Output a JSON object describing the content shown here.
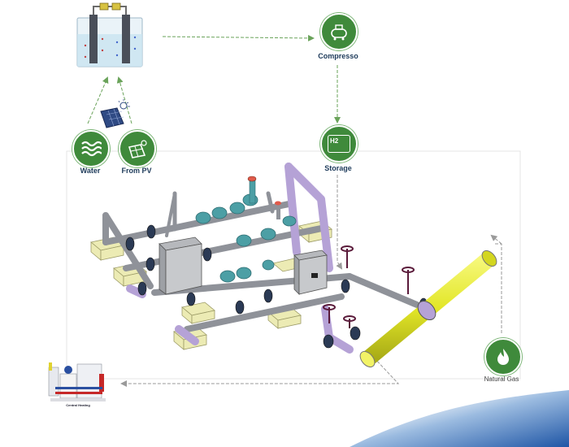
{
  "nodes": {
    "water": {
      "label": "Water",
      "icon": "water-waves-icon"
    },
    "pv": {
      "label": "From PV",
      "icon": "solar-panel-icon"
    },
    "compressor": {
      "label": "Compresso",
      "icon": "compressor-icon"
    },
    "storage": {
      "label": "Storage",
      "icon": "hydrogen-tank-icon",
      "badge": "H2"
    },
    "natural_gas": {
      "label": "Natural Gas",
      "icon": "flame-icon"
    },
    "central_heating": {
      "label": "Central Heating",
      "icon": "heating-unit-icon"
    },
    "electrolyzer": {
      "icon": "electrolyzer-icon"
    },
    "solar_small": {
      "icon": "solar-panel-small-icon"
    }
  },
  "colors": {
    "node_green": "#3f8a3b",
    "arrow_green": "#6aa35a",
    "arrow_gray": "#9a9a9a",
    "pipe_gray": "#8f9299",
    "pipe_purple": "#b5a2d6",
    "valve_teal": "#4c9fa5",
    "gas_yellow": "#e8ec3a",
    "base_block": "#ecebb4",
    "brand_blue": "#2a5ea8"
  }
}
